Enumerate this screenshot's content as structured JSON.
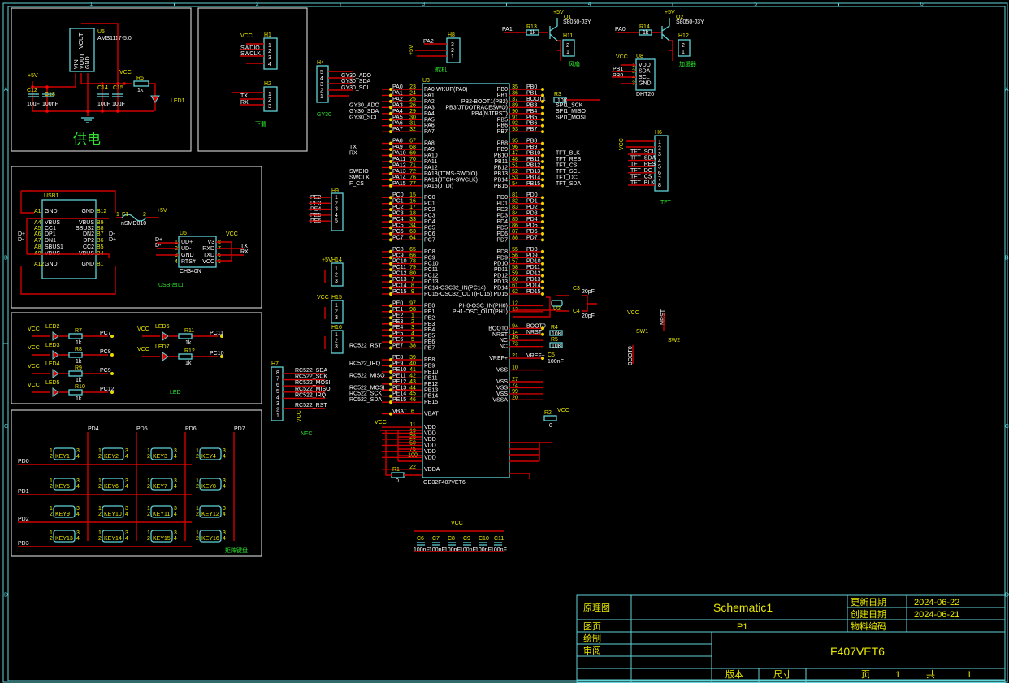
{
  "frame": {
    "columns": [
      "1",
      "2",
      "3",
      "4",
      "5",
      "6"
    ],
    "rows": [
      "A",
      "B",
      "C",
      "D"
    ]
  },
  "power": {
    "section_label": "供电",
    "regulator": {
      "ref": "U5",
      "part": "AMS1117-5.0",
      "pins": [
        "VOUT",
        "VIN",
        "VOUT",
        "GND"
      ]
    },
    "input_net": "+5V",
    "output_net": "VCC",
    "caps": [
      {
        "ref": "C12",
        "value": "10uF"
      },
      {
        "ref": "C13",
        "value": "100nF"
      },
      {
        "ref": "C14",
        "value": "10uF"
      },
      {
        "ref": "C15",
        "value": "10uF"
      }
    ],
    "resistor": {
      "ref": "R6",
      "value": "1k"
    },
    "led": {
      "ref": "LED1"
    }
  },
  "download": {
    "section_label": "下载",
    "h1": {
      "ref": "H1",
      "net_top": "VCC",
      "signals": [
        "SWDIO",
        "SWCLK"
      ],
      "pins": [
        "1",
        "2",
        "3",
        "4"
      ]
    },
    "h2": {
      "ref": "H2",
      "signals": [
        "TX",
        "RX"
      ],
      "pins": [
        "1",
        "2",
        "3"
      ]
    }
  },
  "usb": {
    "section_label": "USB-串口",
    "connector": {
      "ref": "USB1",
      "left_pins": [
        [
          "A1",
          "GND"
        ],
        [
          "A4",
          "VBUS"
        ],
        [
          "A5",
          "CC1"
        ],
        [
          "A6",
          "DP1"
        ],
        [
          "A7",
          "DN1"
        ],
        [
          "A8",
          "SBUS1"
        ],
        [
          "A9",
          "VBUS"
        ],
        [
          "A12",
          "GND"
        ]
      ],
      "right_pins": [
        [
          "B12",
          "GND"
        ],
        [
          "B9",
          "VBUS"
        ],
        [
          "B8",
          "SBUS2"
        ],
        [
          "B7",
          "DN2"
        ],
        [
          "B6",
          "DP2"
        ],
        [
          "B5",
          "CC2"
        ],
        [
          "B4",
          "VBUS"
        ],
        [
          "B1",
          "GND"
        ]
      ],
      "left_nets": [
        "D+",
        "D-"
      ],
      "right_nets": [
        "D-",
        "D+"
      ]
    },
    "fuse": {
      "ref": "F1",
      "part": "nSMD010",
      "pin1": "1",
      "pin2": "2",
      "net": "+5V"
    },
    "bridge": {
      "ref": "U6",
      "part": "CH340N",
      "left_pins": [
        [
          "1",
          "UD+"
        ],
        [
          "2",
          "UD-"
        ],
        [
          "3",
          "GND"
        ],
        [
          "4",
          "RTS#"
        ]
      ],
      "right_pins": [
        [
          "8",
          "V3"
        ],
        [
          "7",
          "RXD"
        ],
        [
          "6",
          "TXD"
        ],
        [
          "5",
          "VCC"
        ]
      ],
      "left_nets": [
        "D+",
        "D-"
      ],
      "right_nets": [
        "VCC",
        "TX",
        "RX"
      ]
    }
  },
  "led_section": {
    "section_label": "LED",
    "rows": [
      {
        "net": "VCC",
        "led": "LED2",
        "res": "R7",
        "value": "1k",
        "pin": "PC7"
      },
      {
        "net": "VCC",
        "led": "LED3",
        "res": "R8",
        "value": "1k",
        "pin": "PC8"
      },
      {
        "net": "VCC",
        "led": "LED4",
        "res": "R9",
        "value": "1k",
        "pin": "PC9"
      },
      {
        "net": "VCC",
        "led": "LED5",
        "res": "R10",
        "value": "1k",
        "pin": "PC12"
      },
      {
        "net": "VCC",
        "led": "LED6",
        "res": "R11",
        "value": "1k",
        "pin": "PC11"
      },
      {
        "net": "VCC",
        "led": "LED7",
        "res": "R12",
        "value": "1k",
        "pin": "PC10"
      }
    ]
  },
  "keypad": {
    "section_label": "矩阵键盘",
    "col_nets": [
      "PD4",
      "PD5",
      "PD6",
      "PD7"
    ],
    "row_nets": [
      "PD0",
      "PD1",
      "PD2",
      "PD3"
    ],
    "keys": [
      "KEY1",
      "KEY2",
      "KEY3",
      "KEY4",
      "KEY5",
      "KEY6",
      "KEY7",
      "KEY8",
      "KEY9",
      "KEY10",
      "KEY11",
      "KEY12",
      "KEY13",
      "KEY14",
      "KEY15",
      "KEY16"
    ],
    "pin_labels": [
      "1",
      "2",
      "3",
      "4"
    ]
  },
  "gy30": {
    "ref": "H4",
    "section_label": "GY30",
    "pins": [
      "5",
      "4",
      "3",
      "2",
      "1"
    ],
    "nets": [
      "GY30_ADO",
      "GY30_SDA",
      "GY30_SCL"
    ],
    "vcc": "VCC"
  },
  "servo": {
    "ref": "H8",
    "section_label": "舵机",
    "nets": [
      "PA2",
      "+5V"
    ],
    "pins": [
      "3",
      "2",
      "1"
    ]
  },
  "fan": {
    "ref": "H11",
    "section_label": "风扇",
    "q": "Q1",
    "q_part": "S8050-J3Y",
    "r": "R13",
    "r_value": "1k",
    "net_in": "PA1",
    "supply": "+5V",
    "pins": [
      "2",
      "1"
    ]
  },
  "humidifier": {
    "ref": "H12",
    "section_label": "加湿器",
    "q": "Q2",
    "q_part": "S8050-J3Y",
    "r": "R14",
    "r_value": "1k",
    "net_in": "PA0",
    "supply": "+5V",
    "pins": [
      "2",
      "1"
    ]
  },
  "dht20": {
    "ref": "U8",
    "part": "DHT20",
    "pins": [
      [
        "1",
        "VDD"
      ],
      [
        "2",
        "SDA"
      ],
      [
        "4",
        "SCL"
      ],
      [
        "3",
        "GND"
      ]
    ],
    "nets": [
      "VCC",
      "PB1",
      "PB0"
    ]
  },
  "tft": {
    "ref": "H6",
    "section_label": "TFT",
    "pins": [
      "1",
      "2",
      "3",
      "4",
      "5",
      "6",
      "7",
      "8"
    ],
    "nets": [
      "TFT_SCL",
      "TFT_SDA",
      "TFT_RES",
      "TFT_DC",
      "TFT_CS",
      "TFT_BLK"
    ],
    "vcc": "VCC"
  },
  "pe_header": {
    "ref": "H9",
    "nets": [
      "PE2",
      "PE3",
      "PE4",
      "PE5",
      "PE6"
    ],
    "pins": [
      "1",
      "2",
      "3",
      "4",
      "5"
    ]
  },
  "h14": {
    "ref": "H14",
    "net": "+5V",
    "pins": [
      "1",
      "2",
      "3"
    ]
  },
  "h15": {
    "ref": "H15",
    "net": "VCC",
    "pins": [
      "1",
      "2",
      "3"
    ]
  },
  "h16": {
    "ref": "H16",
    "pins": [
      "1",
      "2",
      "3"
    ]
  },
  "nfc": {
    "ref": "H7",
    "section_label": "NFC",
    "pins": [
      "8",
      "7",
      "6",
      "5",
      "4",
      "3",
      "2",
      "1"
    ],
    "nets": [
      "RC522_SDA",
      "RC522_SCK",
      "RC522_MOSI",
      "RC522_MISO",
      "RC522_IRQ",
      "RC522_RST"
    ],
    "vcc": "VCC"
  },
  "mcu": {
    "ref": "U3",
    "part": "GD32F407VET6",
    "left": [
      [
        "PA0",
        "23",
        "PA0-WKUP(PA0)"
      ],
      [
        "PA1",
        "24",
        "PA1"
      ],
      [
        "PA2",
        "25",
        "PA2"
      ],
      [
        "PA3",
        "26",
        "PA3"
      ],
      [
        "PA4",
        "29",
        "PA4"
      ],
      [
        "PA5",
        "30",
        "PA5"
      ],
      [
        "PA6",
        "31",
        "PA6"
      ],
      [
        "PA7",
        "32",
        "PA7"
      ],
      [
        "PA8",
        "67",
        "PA8"
      ],
      [
        "PA9",
        "68",
        "PA9"
      ],
      [
        "PA10",
        "69",
        "PA10"
      ],
      [
        "PA11",
        "70",
        "PA11"
      ],
      [
        "PA12",
        "71",
        "PA12"
      ],
      [
        "PA13",
        "72",
        "PA13(JTMS-SWDIO)"
      ],
      [
        "PA14",
        "76",
        "PA14(JTCK-SWCLK)"
      ],
      [
        "PA15",
        "77",
        "PA15(JTDI)"
      ],
      [
        "PC0",
        "15",
        "PC0"
      ],
      [
        "PC1",
        "16",
        "PC1"
      ],
      [
        "PC2",
        "17",
        "PC2"
      ],
      [
        "PC3",
        "18",
        "PC3"
      ],
      [
        "PC4",
        "33",
        "PC4"
      ],
      [
        "PC5",
        "34",
        "PC5"
      ],
      [
        "PC6",
        "63",
        "PC6"
      ],
      [
        "PC7",
        "64",
        "PC7"
      ],
      [
        "PC8",
        "65",
        "PC8"
      ],
      [
        "PC9",
        "66",
        "PC9"
      ],
      [
        "PC10",
        "78",
        "PC10"
      ],
      [
        "PC11",
        "79",
        "PC11"
      ],
      [
        "PC12",
        "80",
        "PC12"
      ],
      [
        "PC13",
        "7",
        "PC13"
      ],
      [
        "PC14",
        "8",
        "PC14-OSC32_IN(PC14)"
      ],
      [
        "PC15",
        "9",
        "PC15-OSC32_OUT(PC15)"
      ],
      [
        "PE0",
        "97",
        "PE0"
      ],
      [
        "PE1",
        "98",
        "PE1"
      ],
      [
        "PE2",
        "1",
        "PE2"
      ],
      [
        "PE3",
        "2",
        "PE3"
      ],
      [
        "PE4",
        "3",
        "PE4"
      ],
      [
        "PE5",
        "4",
        "PE5"
      ],
      [
        "PE6",
        "5",
        "PE6"
      ],
      [
        "PE7",
        "38",
        "PE7"
      ],
      [
        "PE8",
        "39",
        "PE8"
      ],
      [
        "PE9",
        "40",
        "PE9"
      ],
      [
        "PE10",
        "41",
        "PE10"
      ],
      [
        "PE11",
        "42",
        "PE11"
      ],
      [
        "PE12",
        "43",
        "PE12"
      ],
      [
        "PE13",
        "44",
        "PE13"
      ],
      [
        "PE14",
        "45",
        "PE14"
      ],
      [
        "PE15",
        "46",
        "PE15"
      ],
      [
        "VBAT",
        "6",
        "VBAT"
      ],
      [
        "",
        "11",
        "VDD"
      ],
      [
        "",
        "19",
        "VDD"
      ],
      [
        "",
        "28",
        "VDD"
      ],
      [
        "",
        "50",
        "VDD"
      ],
      [
        "",
        "75",
        "VDD"
      ],
      [
        "",
        "100",
        "VDD"
      ],
      [
        "",
        "22",
        "VDDA"
      ]
    ],
    "right": [
      [
        "PB0",
        "35",
        "PB0"
      ],
      [
        "PB1",
        "36",
        "PB1"
      ],
      [
        "BOOT1",
        "37",
        "PB2-BOOT1(PB2)"
      ],
      [
        "PB3",
        "89",
        "PB3(JTDOTRACESWO)"
      ],
      [
        "PB4",
        "90",
        "PB4(NJTRST)"
      ],
      [
        "PB5",
        "91",
        "PB5"
      ],
      [
        "PB6",
        "92",
        "PB6"
      ],
      [
        "PB7",
        "93",
        "PB7"
      ],
      [
        "PB8",
        "95",
        "PB8"
      ],
      [
        "PB9",
        "96",
        "PB9"
      ],
      [
        "PB10",
        "47",
        "PB10"
      ],
      [
        "PB11",
        "48",
        "PB11"
      ],
      [
        "PB12",
        "51",
        "PB12"
      ],
      [
        "PB13",
        "52",
        "PB13"
      ],
      [
        "PB14",
        "53",
        "PB14"
      ],
      [
        "PB15",
        "54",
        "PB15"
      ],
      [
        "PD0",
        "81",
        "PD0"
      ],
      [
        "PD1",
        "82",
        "PD1"
      ],
      [
        "PD2",
        "83",
        "PD2"
      ],
      [
        "PD3",
        "84",
        "PD3"
      ],
      [
        "PD4",
        "85",
        "PD4"
      ],
      [
        "PD5",
        "86",
        "PD5"
      ],
      [
        "PD6",
        "87",
        "PD6"
      ],
      [
        "PD7",
        "88",
        "PD7"
      ],
      [
        "PD8",
        "55",
        "PD8"
      ],
      [
        "PD9",
        "56",
        "PD9"
      ],
      [
        "PD10",
        "57",
        "PD10"
      ],
      [
        "PD11",
        "58",
        "PD11"
      ],
      [
        "PD12",
        "59",
        "PD12"
      ],
      [
        "PD13",
        "60",
        "PD13"
      ],
      [
        "PD14",
        "61",
        "PD14"
      ],
      [
        "PD15",
        "62",
        "PD15"
      ],
      [
        "",
        "12",
        "PH0-OSC_IN(PH0)"
      ],
      [
        "",
        "13",
        "PH1-OSC_OUT(PH1)"
      ],
      [
        "BOOT0",
        "94",
        "BOOT0"
      ],
      [
        "NRST",
        "14",
        "NRST"
      ],
      [
        "",
        "49",
        "NC"
      ],
      [
        "",
        "73",
        "NC"
      ],
      [
        "VREF+",
        "21",
        "VREF+"
      ],
      [
        "",
        "10",
        "VSS"
      ],
      [
        "",
        "27",
        "VSS"
      ],
      [
        "",
        "74",
        "VSS"
      ],
      [
        "",
        "99",
        "VSS"
      ],
      [
        "",
        "20",
        "VSSA"
      ]
    ],
    "pa_aliases": {
      "PA3": "GY30_ADO",
      "PA4": "GY30_SDA",
      "PA5": "GY30_SCL",
      "PA9": "TX",
      "PA10": "RX",
      "PA13": "SWDIO",
      "PA14": "SWCLK",
      "PA15": "F_CS"
    },
    "pb_aliases": {
      "PB3": "SPI1_SCK",
      "PB4": "SPI1_MISO",
      "PB5": "SPI1_MOSI",
      "PB10": "TFT_BLK",
      "PB11": "TFT_RES",
      "PB12": "TFT_CS",
      "PB13": "TFT_SCL",
      "PB14": "TFT_DC",
      "PB15": "TFT_SDA"
    },
    "pe_aliases": {
      "PE7": "RC522_RST",
      "PE9": "RC522_IRQ",
      "PE11": "RC522_MISO",
      "PE13": "RC522_MOSI",
      "PE14": "RC522_SCK",
      "PE15": "RC522_SDA"
    }
  },
  "support": {
    "r3": {
      "ref": "R3",
      "value": "10K"
    },
    "crystal": {
      "ref": "U2"
    },
    "c3": {
      "ref": "C3",
      "value": "20pF"
    },
    "c4": {
      "ref": "C4",
      "value": "20pF"
    },
    "r4": {
      "ref": "R4",
      "value": "10K"
    },
    "r5": {
      "ref": "R5",
      "value": "10K"
    },
    "c5": {
      "ref": "C5",
      "value": "100nF"
    },
    "r2": {
      "ref": "R2",
      "value": "0",
      "net": "VCC"
    },
    "r1": {
      "ref": "R1",
      "value": "0"
    },
    "vdd_net": "VCC",
    "sw1": {
      "ref": "SW1",
      "net": "VCC",
      "sig": "BOOT0"
    },
    "sw2": {
      "ref": "SW2",
      "sig": "NRST"
    },
    "decoupling": {
      "net": "VCC",
      "caps": [
        [
          "C6",
          "100nF"
        ],
        [
          "C7",
          "100nF"
        ],
        [
          "C8",
          "100nF"
        ],
        [
          "C9",
          "100nF"
        ],
        [
          "C10",
          "100nF"
        ],
        [
          "C11",
          "100nF"
        ]
      ]
    }
  },
  "title_block": {
    "label_schematic": "原理图",
    "schematic_name": "Schematic1",
    "label_updated": "更新日期",
    "updated": "2024-06-22",
    "label_created": "创建日期",
    "created": "2024-06-21",
    "label_page": "图页",
    "page": "P1",
    "label_part_code": "物料编码",
    "part_code": "",
    "label_drawn": "绘制",
    "label_reviewed": "审阅",
    "board_name": "F407VET6",
    "label_version": "版本",
    "label_size": "尺寸",
    "label_sheet": "页",
    "sheet_no": "1",
    "label_total": "共",
    "total": "1"
  }
}
